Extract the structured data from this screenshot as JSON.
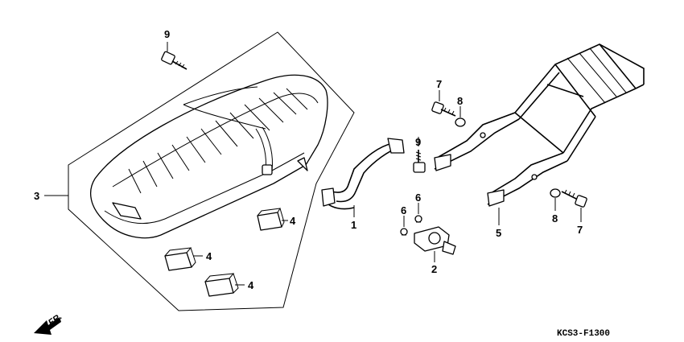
{
  "diagram": {
    "code": "KCS3-F1300",
    "direction": "FR.",
    "callouts": {
      "c1": "1",
      "c2": "2",
      "c3": "3",
      "c4a": "4",
      "c4b": "4",
      "c4c": "4",
      "c5": "5",
      "c6a": "6",
      "c6b": "6",
      "c7a": "7",
      "c7b": "7",
      "c8a": "8",
      "c8b": "8",
      "c9a": "9",
      "c9b": "9"
    }
  }
}
